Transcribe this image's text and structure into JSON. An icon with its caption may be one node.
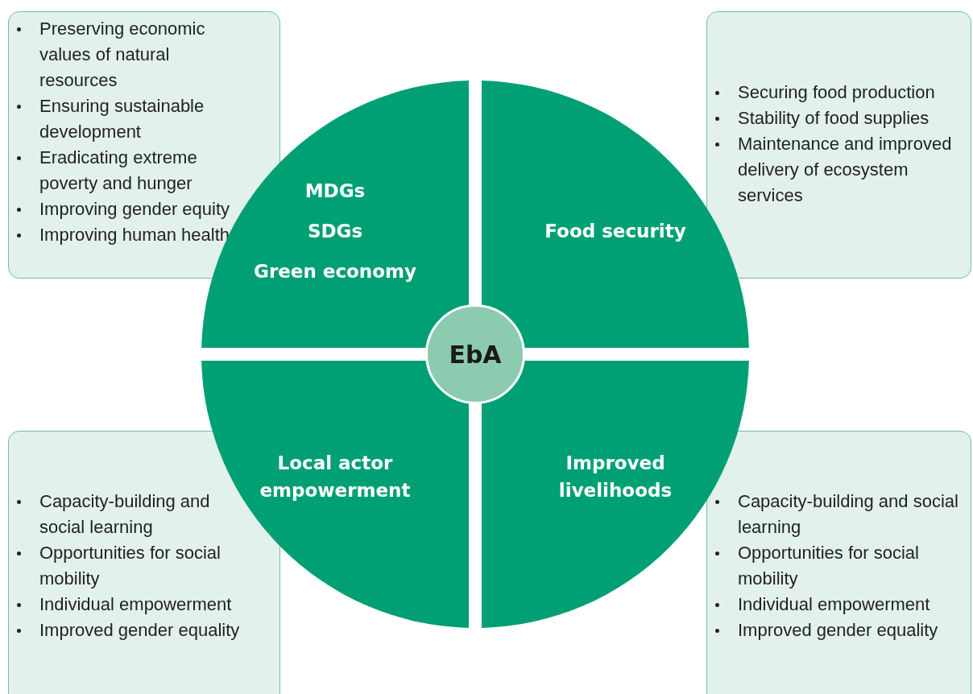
{
  "diagram": {
    "nodes": [
      {
        "text": [
          "Preserving economic values of natural resources",
          "Ensuring sustainable development",
          "Eradicating extreme poverty and hunger",
          "Improving gender equity",
          "Improving human health"
        ]
      },
      {
        "text": [
          "Securing food production",
          "Stability of food supplies",
          "Maintenance and improved delivery of ecosystem services"
        ]
      },
      {
        "text": [
          "MDGs",
          "SDGs",
          "Green economy"
        ]
      },
      {
        "text": [
          "Food security"
        ]
      },
      {
        "text": [
          "EbA"
        ]
      },
      {
        "text": [
          "Local actor empowerment"
        ]
      },
      {
        "text": [
          "Improved livelihoods"
        ]
      },
      {
        "text": [
          "Capacity-building and social learning",
          "Opportunities for social mobility",
          "Individual empowerment",
          "Improved gender equality"
        ]
      },
      {
        "text": [
          "Capacity-building and social learning",
          "Opportunities for social mobility",
          "Individual empowerment",
          "Improved gender equality"
        ]
      }
    ],
    "edges": []
  }
}
